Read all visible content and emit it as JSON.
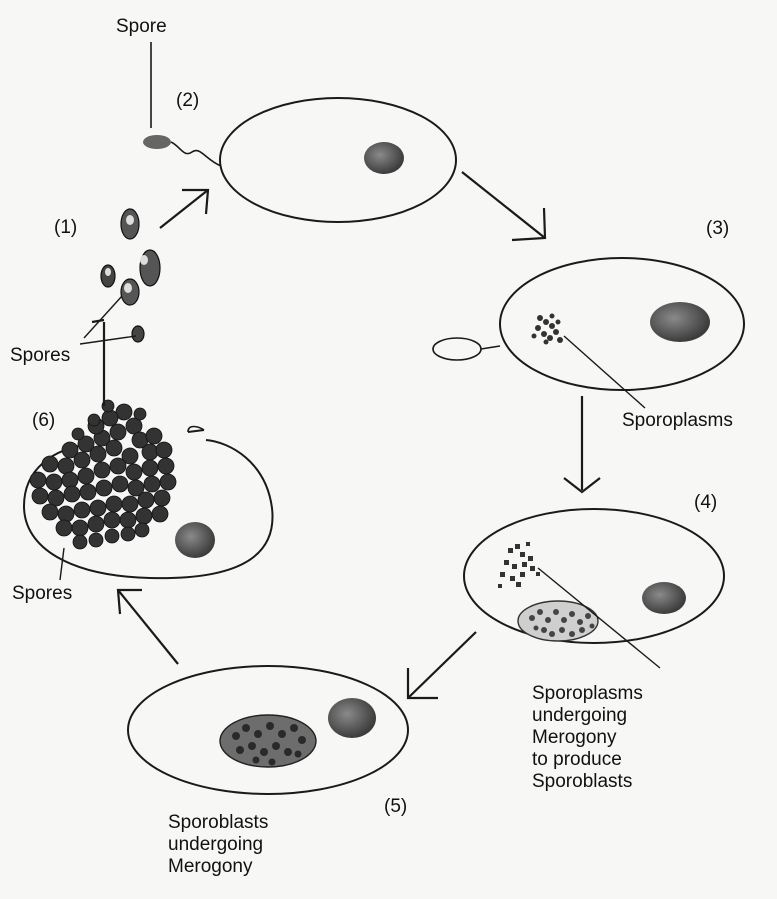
{
  "labels": {
    "spore_top": "Spore",
    "spores_left": "Spores",
    "spores_bottom": "Spores",
    "sporoplasms": "Sporoplasms",
    "caption4": [
      "Sporoplasms",
      "undergoing",
      "Merogony",
      "to produce",
      "Sporoblasts"
    ],
    "caption5": [
      "Sporoblasts",
      "undergoing",
      "Merogony"
    ]
  },
  "stages": {
    "s1": "(1)",
    "s2": "(2)",
    "s3": "(3)",
    "s4": "(4)",
    "s5": "(5)",
    "s6": "(6)"
  },
  "colors": {
    "line": "#1a1a1a",
    "nucleus": "#555555",
    "spore_dark": "#3a3a3a"
  }
}
